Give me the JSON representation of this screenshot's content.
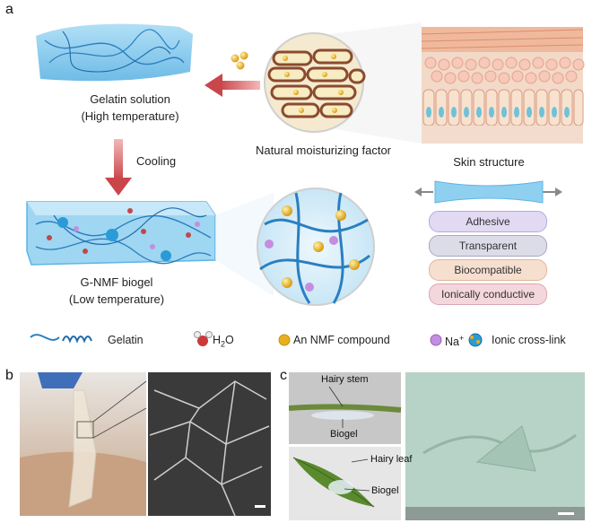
{
  "panel_labels": {
    "a": "a",
    "b": "b",
    "c": "c"
  },
  "panel_a": {
    "gelatin_solution": [
      "Gelatin solution",
      "(High temperature)"
    ],
    "cooling": "Cooling",
    "nmf": "Natural moisturizing factor",
    "skin": "Skin structure",
    "biogel": [
      "G-NMF biogel",
      "(Low temperature)"
    ],
    "properties": [
      "Adhesive",
      "Transparent",
      "Biocompatible",
      "Ionically conductive"
    ],
    "property_colors": [
      "#e2d9f3",
      "#dcdbe8",
      "#f6dfcf",
      "#f3d7dd"
    ]
  },
  "legend": {
    "gelatin": "Gelatin",
    "h2o": "H",
    "h2o_sub": "2",
    "h2o_o": "O",
    "nmf_compound": "An NMF compound",
    "na": "Na",
    "na_sup": "+",
    "crosslink": "Ionic cross-link"
  },
  "panel_c": {
    "hairy_stem": "Hairy stem",
    "biogel_top": "Biogel",
    "hairy_leaf": "Hairy leaf",
    "biogel_bottom": "Biogel"
  },
  "colors": {
    "arrow_red": "#c9464a",
    "gel_blue": "#7cc4ea",
    "fiber_blue": "#2a7fc0",
    "nmf_gold": "#e8b020",
    "na_purple": "#b06bd0",
    "sem_green": "#b7d3c7"
  }
}
